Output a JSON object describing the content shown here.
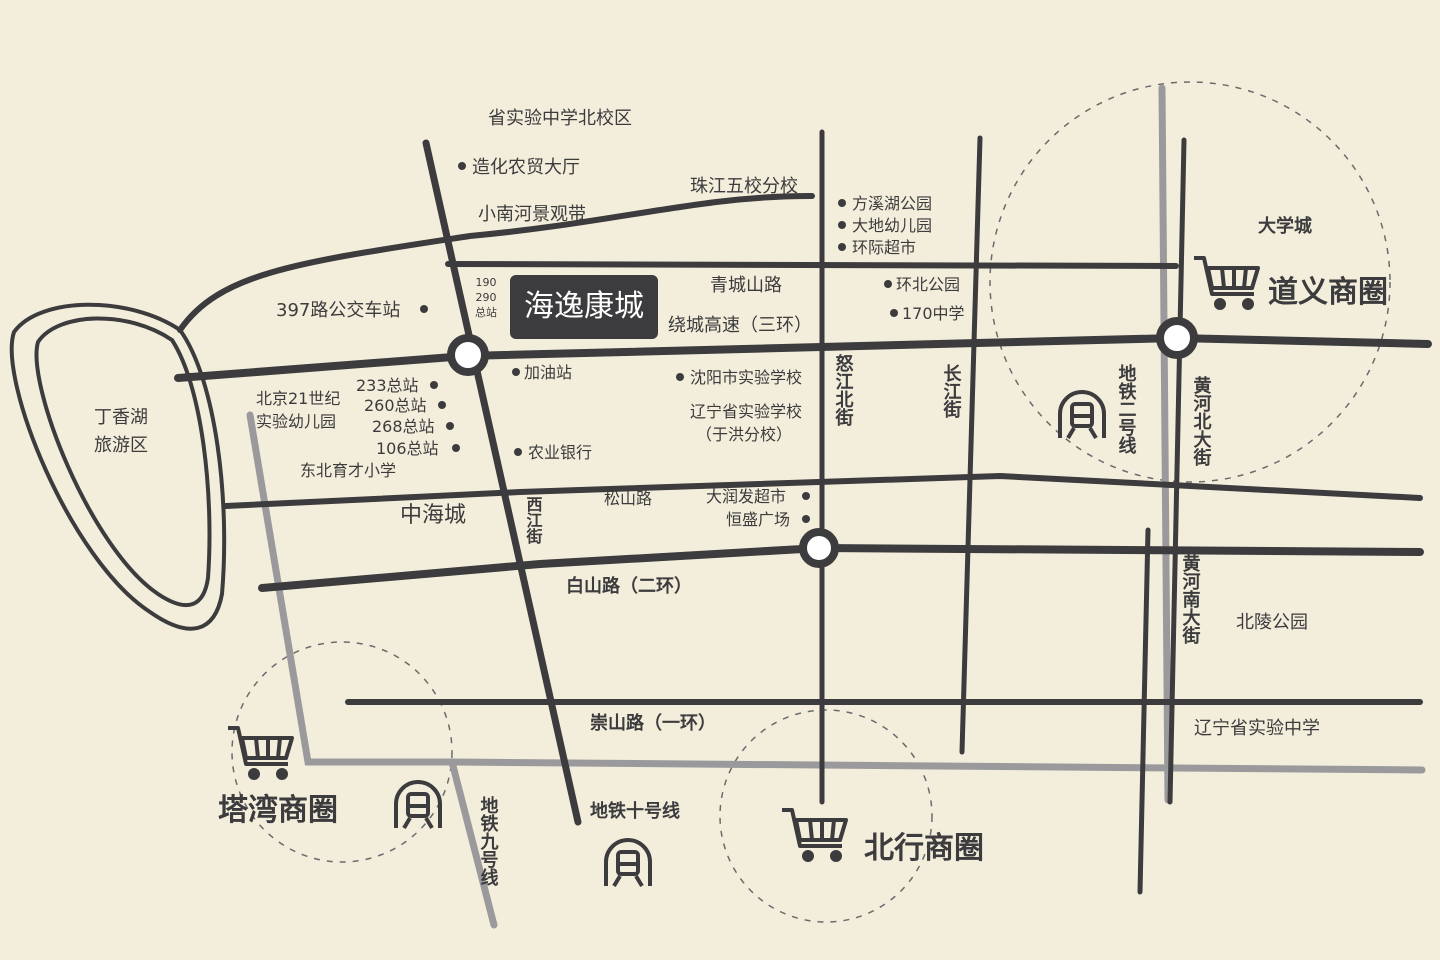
{
  "colors": {
    "background": "#f3eedb",
    "road": "#3c3b3d",
    "metro": "#9a9a9c",
    "node_fill": "#ffffff",
    "highlight_box": "#3c3b3d",
    "highlight_text": "#ffffff"
  },
  "project": {
    "name": "海逸康城"
  },
  "bus_stop_small": {
    "line1": "190",
    "line2": "290",
    "line3": "总站"
  },
  "lake": {
    "line1": "丁香湖",
    "line2": "旅游区"
  },
  "roads": {
    "qingchengshan": "青城山路",
    "raocheng": "绕城高速（三环）",
    "songshan": "松山路",
    "baishan": "白山路（二环）",
    "chongshan": "崇山路（一环）",
    "xijiang": "西江街",
    "nujiang_north": "怒江北街",
    "changjiang": "长江街",
    "huanghe_north": "黄河北大街",
    "huanghe_south": "黄河南大街",
    "xiaonanhe": "小南河景观带"
  },
  "metro": {
    "line2": "地铁二号线",
    "line9": "地铁九号线",
    "line10": "地铁十号线",
    "icon": "metro-icon"
  },
  "districts": {
    "daoyi": "道义商圈",
    "tawan": "塔湾商圈",
    "beixing": "北行商圈",
    "icon": "shopping-cart-icon"
  },
  "places": {
    "shengshiyan_north": "省实验中学北校区",
    "zaohua": "造化农贸大厅",
    "zhujiang": "珠江五校分校",
    "fangxihu": "方溪湖公园",
    "dadi": "大地幼儿园",
    "huanji": "环际超市",
    "huanbei": "环北公园",
    "school170": "170中学",
    "bus397": "397路公交车站",
    "jiayou": "加油站",
    "shenyang_exp": "沈阳市实验学校",
    "liaoning_exp_1": "辽宁省实验学校",
    "liaoning_exp_2": "（于洪分校）",
    "beijing21_1": "北京21世纪",
    "beijing21_2": "实验幼儿园",
    "bus233": "233总站",
    "bus260": "260总站",
    "bus268": "268总站",
    "bus106": "106总站",
    "nongye": "农业银行",
    "dongbei": "东北育才小学",
    "zhonghai": "中海城",
    "darunfa": "大润发超市",
    "hengsheng": "恒盛广场",
    "daxuecheng": "大学城",
    "beiling": "北陵公园",
    "liaoning_shiyan": "辽宁省实验中学"
  }
}
